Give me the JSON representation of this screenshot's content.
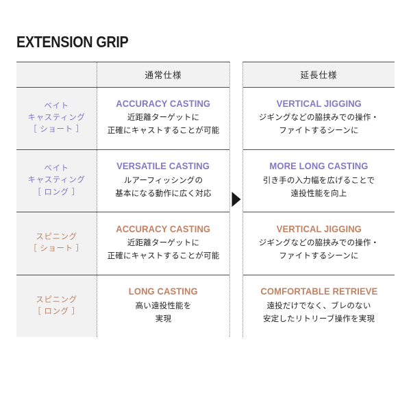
{
  "page": {
    "title": "EXTENSION GRIP",
    "background_color": "#ffffff",
    "title_color": "#1d1d1d"
  },
  "colors": {
    "purple": "#8278c4",
    "tan": "#c28160",
    "label_background": "#f2f2f2",
    "rule": "#4d4d4d",
    "dotted_rule": "#8e8e8e"
  },
  "arrow": {
    "name": "right-triangle-arrow",
    "direction": "right",
    "color": "#171717"
  },
  "tables": {
    "left": {
      "header": {
        "label_col": "",
        "value_col": "通常仕様"
      },
      "rows": [
        {
          "label_lines": [
            "ベイト",
            "キャスティング",
            "［ ショート ］"
          ],
          "label_color": "#8278c4",
          "title": "ACCURACY CASTING",
          "title_color": "#8278c4",
          "desc_lines": [
            "近距離ターゲットに",
            "正確にキャストすることが可能"
          ]
        },
        {
          "label_lines": [
            "ベイト",
            "キャスティング",
            "［ ロング ］"
          ],
          "label_color": "#8278c4",
          "title": "VERSATILE CASTING",
          "title_color": "#8278c4",
          "desc_lines": [
            "ルアーフィッシングの",
            "基本になる動作に広く対応"
          ]
        },
        {
          "label_lines": [
            "スピニング",
            "［ ショート ］"
          ],
          "label_color": "#c28160",
          "title": "ACCURACY CASTING",
          "title_color": "#c28160",
          "desc_lines": [
            "近距離ターゲットに",
            "正確にキャストすることが可能"
          ]
        },
        {
          "label_lines": [
            "スピニング",
            "［ ロング ］"
          ],
          "label_color": "#c28160",
          "title": "LONG CASTING",
          "title_color": "#c28160",
          "desc_lines": [
            "高い遠投性能を",
            "実現"
          ]
        }
      ]
    },
    "right": {
      "header": {
        "value_col": "延長仕様"
      },
      "rows": [
        {
          "title": "VERTICAL JIGGING",
          "title_color": "#8278c4",
          "desc_lines": [
            "ジギングなどの脇挟みでの操作・",
            "ファイトするシーンに"
          ]
        },
        {
          "title": "MORE LONG CASTING",
          "title_color": "#8278c4",
          "desc_lines": [
            "引き手の入力幅を広げることで",
            "遠投性能を向上"
          ]
        },
        {
          "title": "VERTICAL JIGGING",
          "title_color": "#c28160",
          "desc_lines": [
            "ジギングなどの脇挟みでの操作・",
            "ファイトするシーンに"
          ]
        },
        {
          "title": "COMFORTABLE RETRIEVE",
          "title_color": "#c28160",
          "desc_lines": [
            "遠投だけでなく、ブレのない",
            "安定したリトリーブ操作を実現"
          ]
        }
      ]
    }
  }
}
